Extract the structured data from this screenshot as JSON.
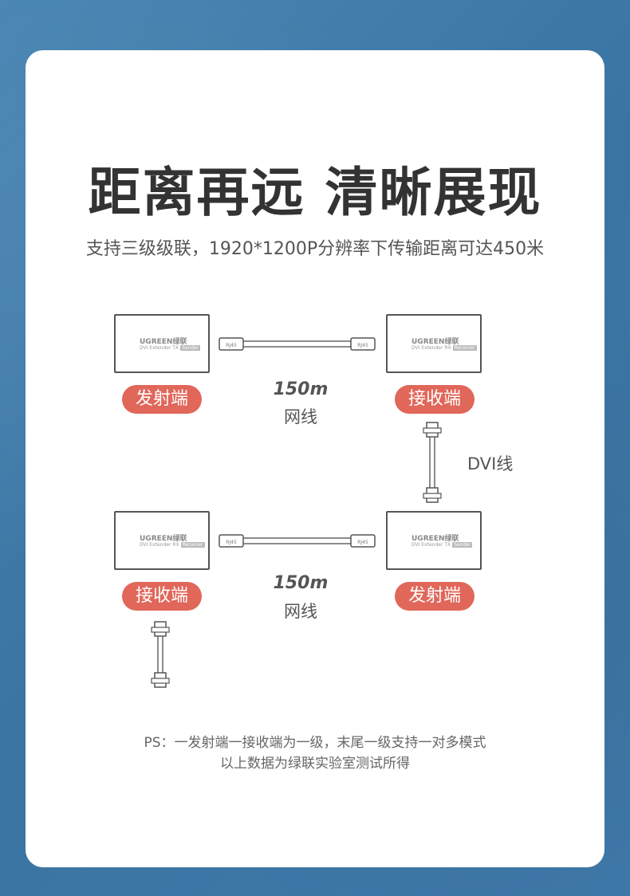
{
  "title": "距离再远 清晰展现",
  "subtitle": "支持三级级联，1920*1200P分辨率下传输距离可达450米",
  "device": {
    "brand": "UGREEN绿联",
    "model_tx": "DVI Extender TX",
    "model_rx": "DVI Extender RX",
    "tag_tx": "Sender",
    "tag_rx": "Receiver"
  },
  "port_labels": {
    "left": "RJ45",
    "right": "RJ45"
  },
  "row1": {
    "left_badge": "发射端",
    "right_badge": "接收端",
    "distance": "150m",
    "cable": "网线"
  },
  "row2": {
    "left_badge": "接收端",
    "right_badge": "发射端",
    "distance": "150m",
    "cable": "网线"
  },
  "dvi_label": "DVI线",
  "note": {
    "line1": "PS：一发射端一接收端为一级，末尾一级支持一对多模式",
    "line2": "以上数据为绿联实验室测试所得"
  }
}
